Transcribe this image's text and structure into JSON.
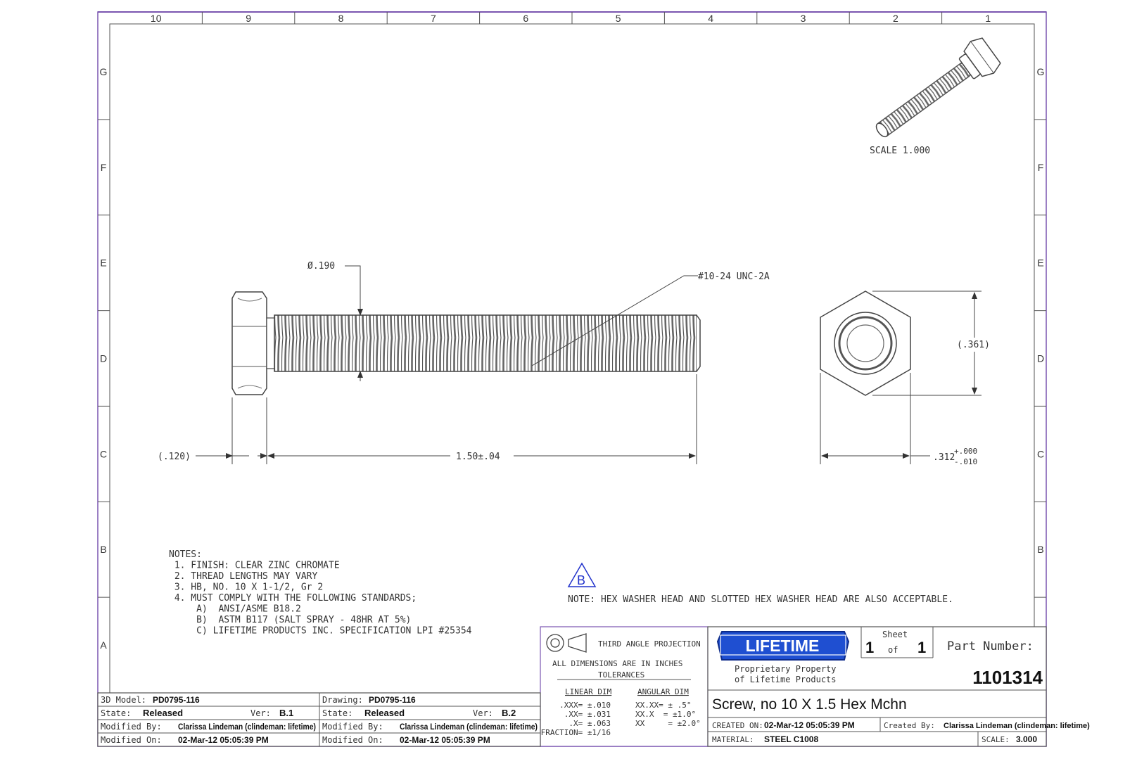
{
  "border": {
    "columns": [
      "10",
      "9",
      "8",
      "7",
      "6",
      "5",
      "4",
      "3",
      "2",
      "1"
    ],
    "rows": [
      "G",
      "F",
      "E",
      "D",
      "C",
      "B",
      "A"
    ]
  },
  "iso_view": {
    "scale_label": "SCALE  1.000"
  },
  "dimensions": {
    "diameter": "Ø.190",
    "thread_callout": "#10-24 UNC-2A",
    "head_height": "(.120)",
    "length": "1.50±.04",
    "across_corners": "(.361)",
    "across_flats": ".312",
    "tol_plus": "+.000",
    "tol_minus": "-.010"
  },
  "revision": {
    "letter": "B",
    "note": "NOTE: HEX WASHER HEAD AND SLOTTED HEX WASHER HEAD ARE ALSO ACCEPTABLE."
  },
  "notes": [
    "NOTES:",
    " 1. FINISH: CLEAR ZINC CHROMATE",
    " 2. THREAD LENGTHS MAY VARY",
    " 3. HB, NO. 10 X 1-1/2, Gr 2",
    " 4. MUST COMPLY WITH THE FOLLOWING STANDARDS;",
    "     A)  ANSI/ASME B18.2",
    "     B)  ASTM B117 (SALT SPRAY - 48HR AT 5%)",
    "     C) LIFETIME PRODUCTS INC. SPECIFICATION LPI #25354"
  ],
  "projection": {
    "label": "THIRD ANGLE PROJECTION",
    "units": "ALL DIMENSIONS ARE IN INCHES",
    "tolerances": "TOLERANCES",
    "linear_header": "LINEAR DIM",
    "angular_header": "ANGULAR DIM",
    "linear": [
      ".XXX= ±.010",
      ".XX= ±.031",
      ".X= ±.063",
      "FRACTION= ±1/16"
    ],
    "angular": [
      "XX.XX= ± .5°",
      "XX.X  = ±1.0°",
      "XX     = ±2.0°"
    ]
  },
  "title_block": {
    "logo": "LIFETIME",
    "proprietary_1": "Proprietary Property",
    "proprietary_2": "of Lifetime Products",
    "sheet_label": "Sheet",
    "sheet_num": "1",
    "sheet_of": "of",
    "sheet_total": "1",
    "part_number_label": "Part Number:",
    "part_number": "1101314",
    "description": "Screw, no 10 X 1.5 Hex Mchn",
    "created_on_label": "CREATED ON:",
    "created_on": "02-Mar-12 05:05:39 PM",
    "created_by_label": "Created By:",
    "created_by": "Clarissa Lindeman (clindeman: lifetime)",
    "material_label": "MATERIAL:",
    "material": "STEEL C1008",
    "scale_label": "SCALE:",
    "scale": "3.000"
  },
  "model_block": {
    "model_label": "3D Model:",
    "model": "PD0795-116",
    "model_state_label": "State:",
    "model_state": "Released",
    "model_ver_label": "Ver:",
    "model_ver": "B.1",
    "model_modified_by_label": "Modified By:",
    "model_modified_by": "Clarissa Lindeman (clindeman: lifetime)",
    "model_modified_on_label": "Modified On:",
    "model_modified_on": "02-Mar-12 05:05:39 PM",
    "drawing_label": "Drawing:",
    "drawing": "PD0795-116",
    "drawing_state_label": "State:",
    "drawing_state": "Released",
    "drawing_ver_label": "Ver:",
    "drawing_ver": "B.2",
    "drawing_modified_by_label": "Modified By:",
    "drawing_modified_by": "Clarissa Lindeman (clindeman: lifetime)",
    "drawing_modified_on_label": "Modified On:",
    "drawing_modified_on": "02-Mar-12 05:05:39 PM"
  },
  "colors": {
    "logo_blue": "#1f4fd1",
    "frame_purple": "#7a55b0",
    "line": "#555555"
  }
}
